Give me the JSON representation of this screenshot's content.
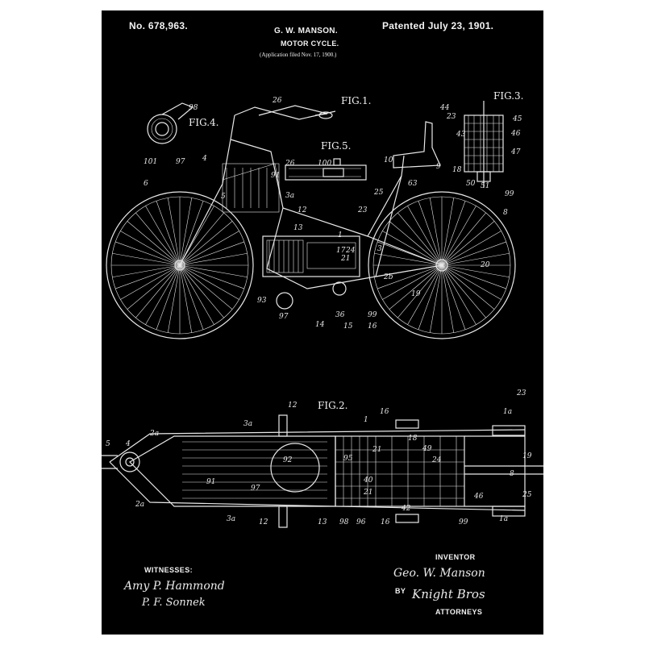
{
  "patent": {
    "number": "No. 678,963.",
    "inventor_header": "G. W. MANSON.",
    "title": "MOTOR CYCLE.",
    "application": "(Application filed Nov. 17, 1900.)",
    "patented": "Patented July 23, 1901."
  },
  "figures": {
    "fig1": "FIG.1.",
    "fig2": "FIG.2.",
    "fig3": "FIG.3.",
    "fig4": "FIG.4.",
    "fig5": "FIG.5."
  },
  "footer": {
    "witnesses_label": "WITNESSES:",
    "inventor_label": "INVENTOR",
    "by_label": "BY",
    "attorneys_label": "ATTORNEYS",
    "witness_signature_1": "Amy P. Hammond",
    "witness_signature_2": "P. F. Sonnek",
    "inventor_signature": "Geo. W. Manson",
    "attorney_signature": "Knight Bros"
  },
  "colors": {
    "paper": "#000000",
    "ink": "#e8e8e8",
    "frame": "#ffffff"
  }
}
